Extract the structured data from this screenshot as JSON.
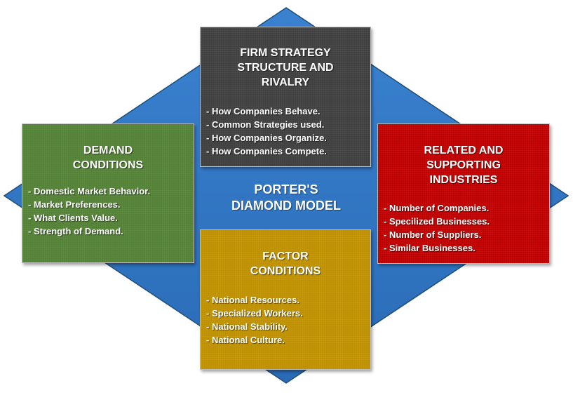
{
  "center": {
    "title": "PORTER'S\nDIAMOND MODEL"
  },
  "boxes": {
    "firm_strategy": {
      "title": "FIRM STRATEGY\nSTRUCTURE AND\nRIVALRY",
      "items": [
        "- How Companies Behave.",
        "- Common Strategies used.",
        "- How Companies Organize.",
        "- How Companies Compete."
      ]
    },
    "demand_conditions": {
      "title": "DEMAND\nCONDITIONS",
      "items": [
        "- Domestic Market Behavior.",
        "- Market Preferences.",
        "- What Clients Value.",
        "- Strength of Demand."
      ]
    },
    "related_supporting": {
      "title": "RELATED AND\nSUPPORTING\nINDUSTRIES",
      "items": [
        "- Number of Companies.",
        "- Specilized Businesses.",
        "- Number of Suppliers.",
        "- Similar Businesses."
      ]
    },
    "factor_conditions": {
      "title": "FACTOR\nCONDITIONS",
      "items": [
        "- National Resources.",
        "- Specialized Workers.",
        "- National Stability.",
        "- National Culture."
      ]
    }
  },
  "colors": {
    "diamond": "#2e75c4",
    "diamond_border": "#1f4e79",
    "firm_strategy": "#404040",
    "demand_conditions": "#538135",
    "related_supporting": "#c00000",
    "factor_conditions": "#bf9000"
  }
}
